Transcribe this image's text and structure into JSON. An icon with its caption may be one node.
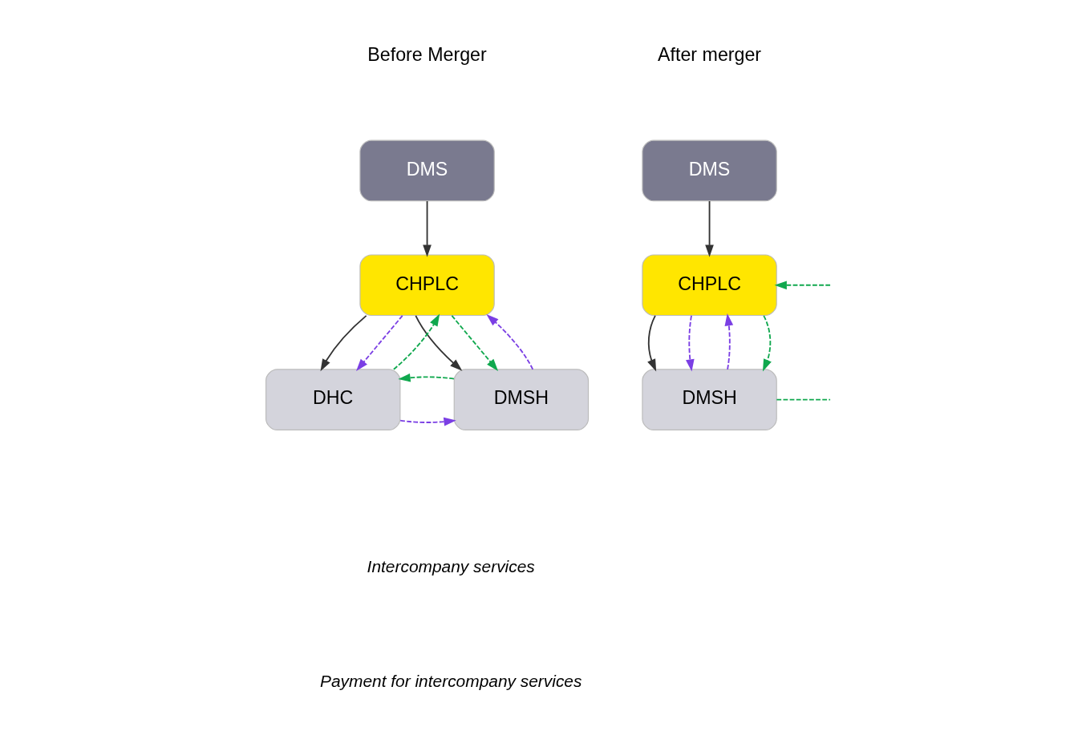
{
  "diagram": {
    "nodes": [
      {
        "text": [
          "DMS"
        ]
      },
      {
        "text": [
          "CHPLC"
        ]
      },
      {
        "text": [
          "DMSH"
        ]
      },
      {
        "text": [
          "DHC"
        ]
      },
      {
        "text": [
          "DMS"
        ]
      },
      {
        "text": [
          "CHPLC"
        ]
      },
      {
        "text": [
          "DMSH"
        ]
      }
    ],
    "edges": [
      {
        "from": 0,
        "to": 1,
        "arrow": "to",
        "color": "#333333"
      },
      {
        "from": 1,
        "to": 2,
        "arrow": "to",
        "color": "#333333"
      },
      {
        "from": 1,
        "to": 3,
        "arrow": "to",
        "color": "#333333"
      },
      {
        "from": 1,
        "to": 2,
        "arrow": "to",
        "style": "dashed",
        "color": "#10a84e"
      },
      {
        "from": 2,
        "to": 1,
        "arrow": "to",
        "style": "dashed",
        "color": "#7b3fe4"
      },
      {
        "from": 1,
        "to": 3,
        "arrow": "to",
        "style": "dashed",
        "color": "#7b3fe4"
      },
      {
        "from": 3,
        "to": 1,
        "arrow": "to",
        "style": "dashed",
        "color": "#10a84e"
      },
      {
        "from": 3,
        "to": 2,
        "arrow": "to",
        "style": "dashed",
        "color": "#7b3fe4"
      },
      {
        "from": 2,
        "to": 3,
        "arrow": "to",
        "style": "dashed",
        "color": "#10a84e"
      },
      {
        "from": 4,
        "to": 5,
        "arrow": "to",
        "color": "#333333"
      },
      {
        "from": 5,
        "to": 6,
        "arrow": "to",
        "color": "#333333"
      },
      {
        "from": 5,
        "to": 6,
        "arrow": "to",
        "style": "dashed",
        "color": "#7b3fe4"
      },
      {
        "from": 6,
        "to": 5,
        "arrow": "to",
        "style": "dashed",
        "color": "#7b3fe4"
      },
      {
        "from": null,
        "to": 5,
        "arrow": "to",
        "style": "dashed",
        "color": "#10a84e"
      },
      {
        "from": 5,
        "to": 6,
        "arrow": "to",
        "style": "dashed",
        "color": "#10a84e"
      },
      {
        "from": 6,
        "to": null,
        "arrow": "none",
        "style": "dashed",
        "color": "#10a84e"
      }
    ],
    "labels": [
      "Before Merger",
      "After merger"
    ],
    "legend": [
      {
        "text": "Intercompany services"
      },
      {
        "text": "Payment for intercompany services"
      }
    ]
  }
}
